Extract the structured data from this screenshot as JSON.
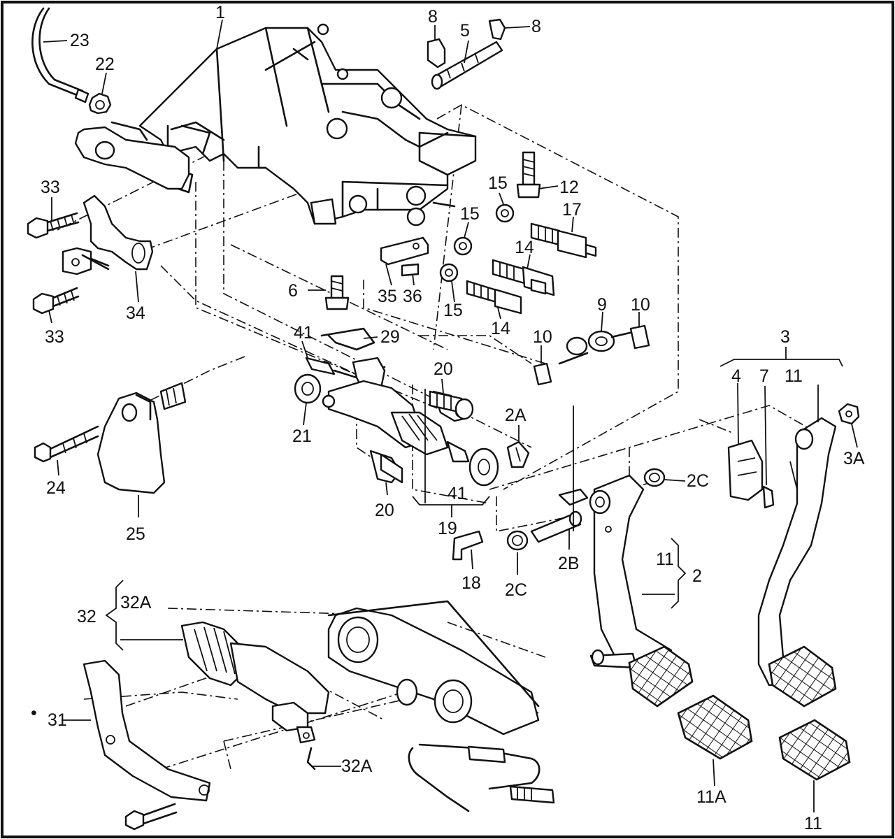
{
  "diagram": {
    "labels": [
      {
        "id": "l1",
        "text": "1"
      },
      {
        "id": "l23",
        "text": "23"
      },
      {
        "id": "l22",
        "text": "22"
      },
      {
        "id": "l8a",
        "text": "8"
      },
      {
        "id": "l5",
        "text": "5"
      },
      {
        "id": "l8b",
        "text": "8"
      },
      {
        "id": "l12",
        "text": "12"
      },
      {
        "id": "l15a",
        "text": "15"
      },
      {
        "id": "l17",
        "text": "17"
      },
      {
        "id": "l15b",
        "text": "15"
      },
      {
        "id": "l14a",
        "text": "14"
      },
      {
        "id": "l33a",
        "text": "33"
      },
      {
        "id": "l33b",
        "text": "33"
      },
      {
        "id": "l34",
        "text": "34"
      },
      {
        "id": "l6",
        "text": "6"
      },
      {
        "id": "l35",
        "text": "35"
      },
      {
        "id": "l36",
        "text": "36"
      },
      {
        "id": "l15c",
        "text": "15"
      },
      {
        "id": "l14b",
        "text": "14"
      },
      {
        "id": "l9",
        "text": "9"
      },
      {
        "id": "l10a",
        "text": "10"
      },
      {
        "id": "l10b",
        "text": "10"
      },
      {
        "id": "l41a",
        "text": "41"
      },
      {
        "id": "l29",
        "text": "29"
      },
      {
        "id": "l20a",
        "text": "20"
      },
      {
        "id": "l2a",
        "text": "2A"
      },
      {
        "id": "l3",
        "text": "3"
      },
      {
        "id": "l4",
        "text": "4"
      },
      {
        "id": "l7",
        "text": "7"
      },
      {
        "id": "l11a",
        "text": "11"
      },
      {
        "id": "l3a",
        "text": "3A"
      },
      {
        "id": "l21",
        "text": "21"
      },
      {
        "id": "l24",
        "text": "24"
      },
      {
        "id": "l25",
        "text": "25"
      },
      {
        "id": "l20b",
        "text": "20"
      },
      {
        "id": "l41b",
        "text": "41"
      },
      {
        "id": "l19",
        "text": "19"
      },
      {
        "id": "l2c1",
        "text": "2C"
      },
      {
        "id": "l18",
        "text": "18"
      },
      {
        "id": "l2c2",
        "text": "2C"
      },
      {
        "id": "l2b",
        "text": "2B"
      },
      {
        "id": "l11b",
        "text": "11"
      },
      {
        "id": "l2",
        "text": "2"
      },
      {
        "id": "l32",
        "text": "32"
      },
      {
        "id": "l32a1",
        "text": "32A"
      },
      {
        "id": "l31",
        "text": "31"
      },
      {
        "id": "l32a2",
        "text": "32A"
      },
      {
        "id": "l11c",
        "text": "11A"
      },
      {
        "id": "l11d",
        "text": "11"
      }
    ],
    "note_mark": "•"
  }
}
